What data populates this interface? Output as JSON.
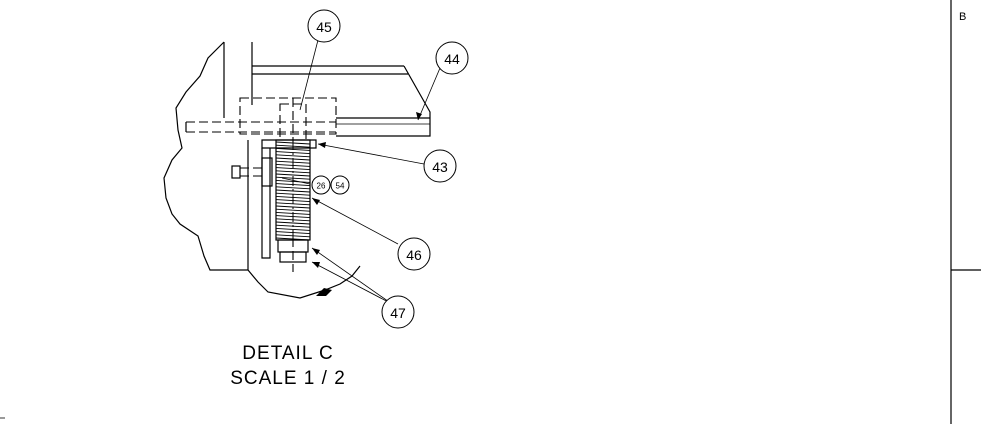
{
  "detail": {
    "title": "DETAIL  C",
    "scale": "SCALE 1 / 2"
  },
  "balloons": {
    "b43": "43",
    "b44": "44",
    "b45": "45",
    "b46": "46",
    "b47": "47",
    "b26": "26",
    "b54": "54"
  },
  "border": {
    "zone_letter": "B"
  }
}
